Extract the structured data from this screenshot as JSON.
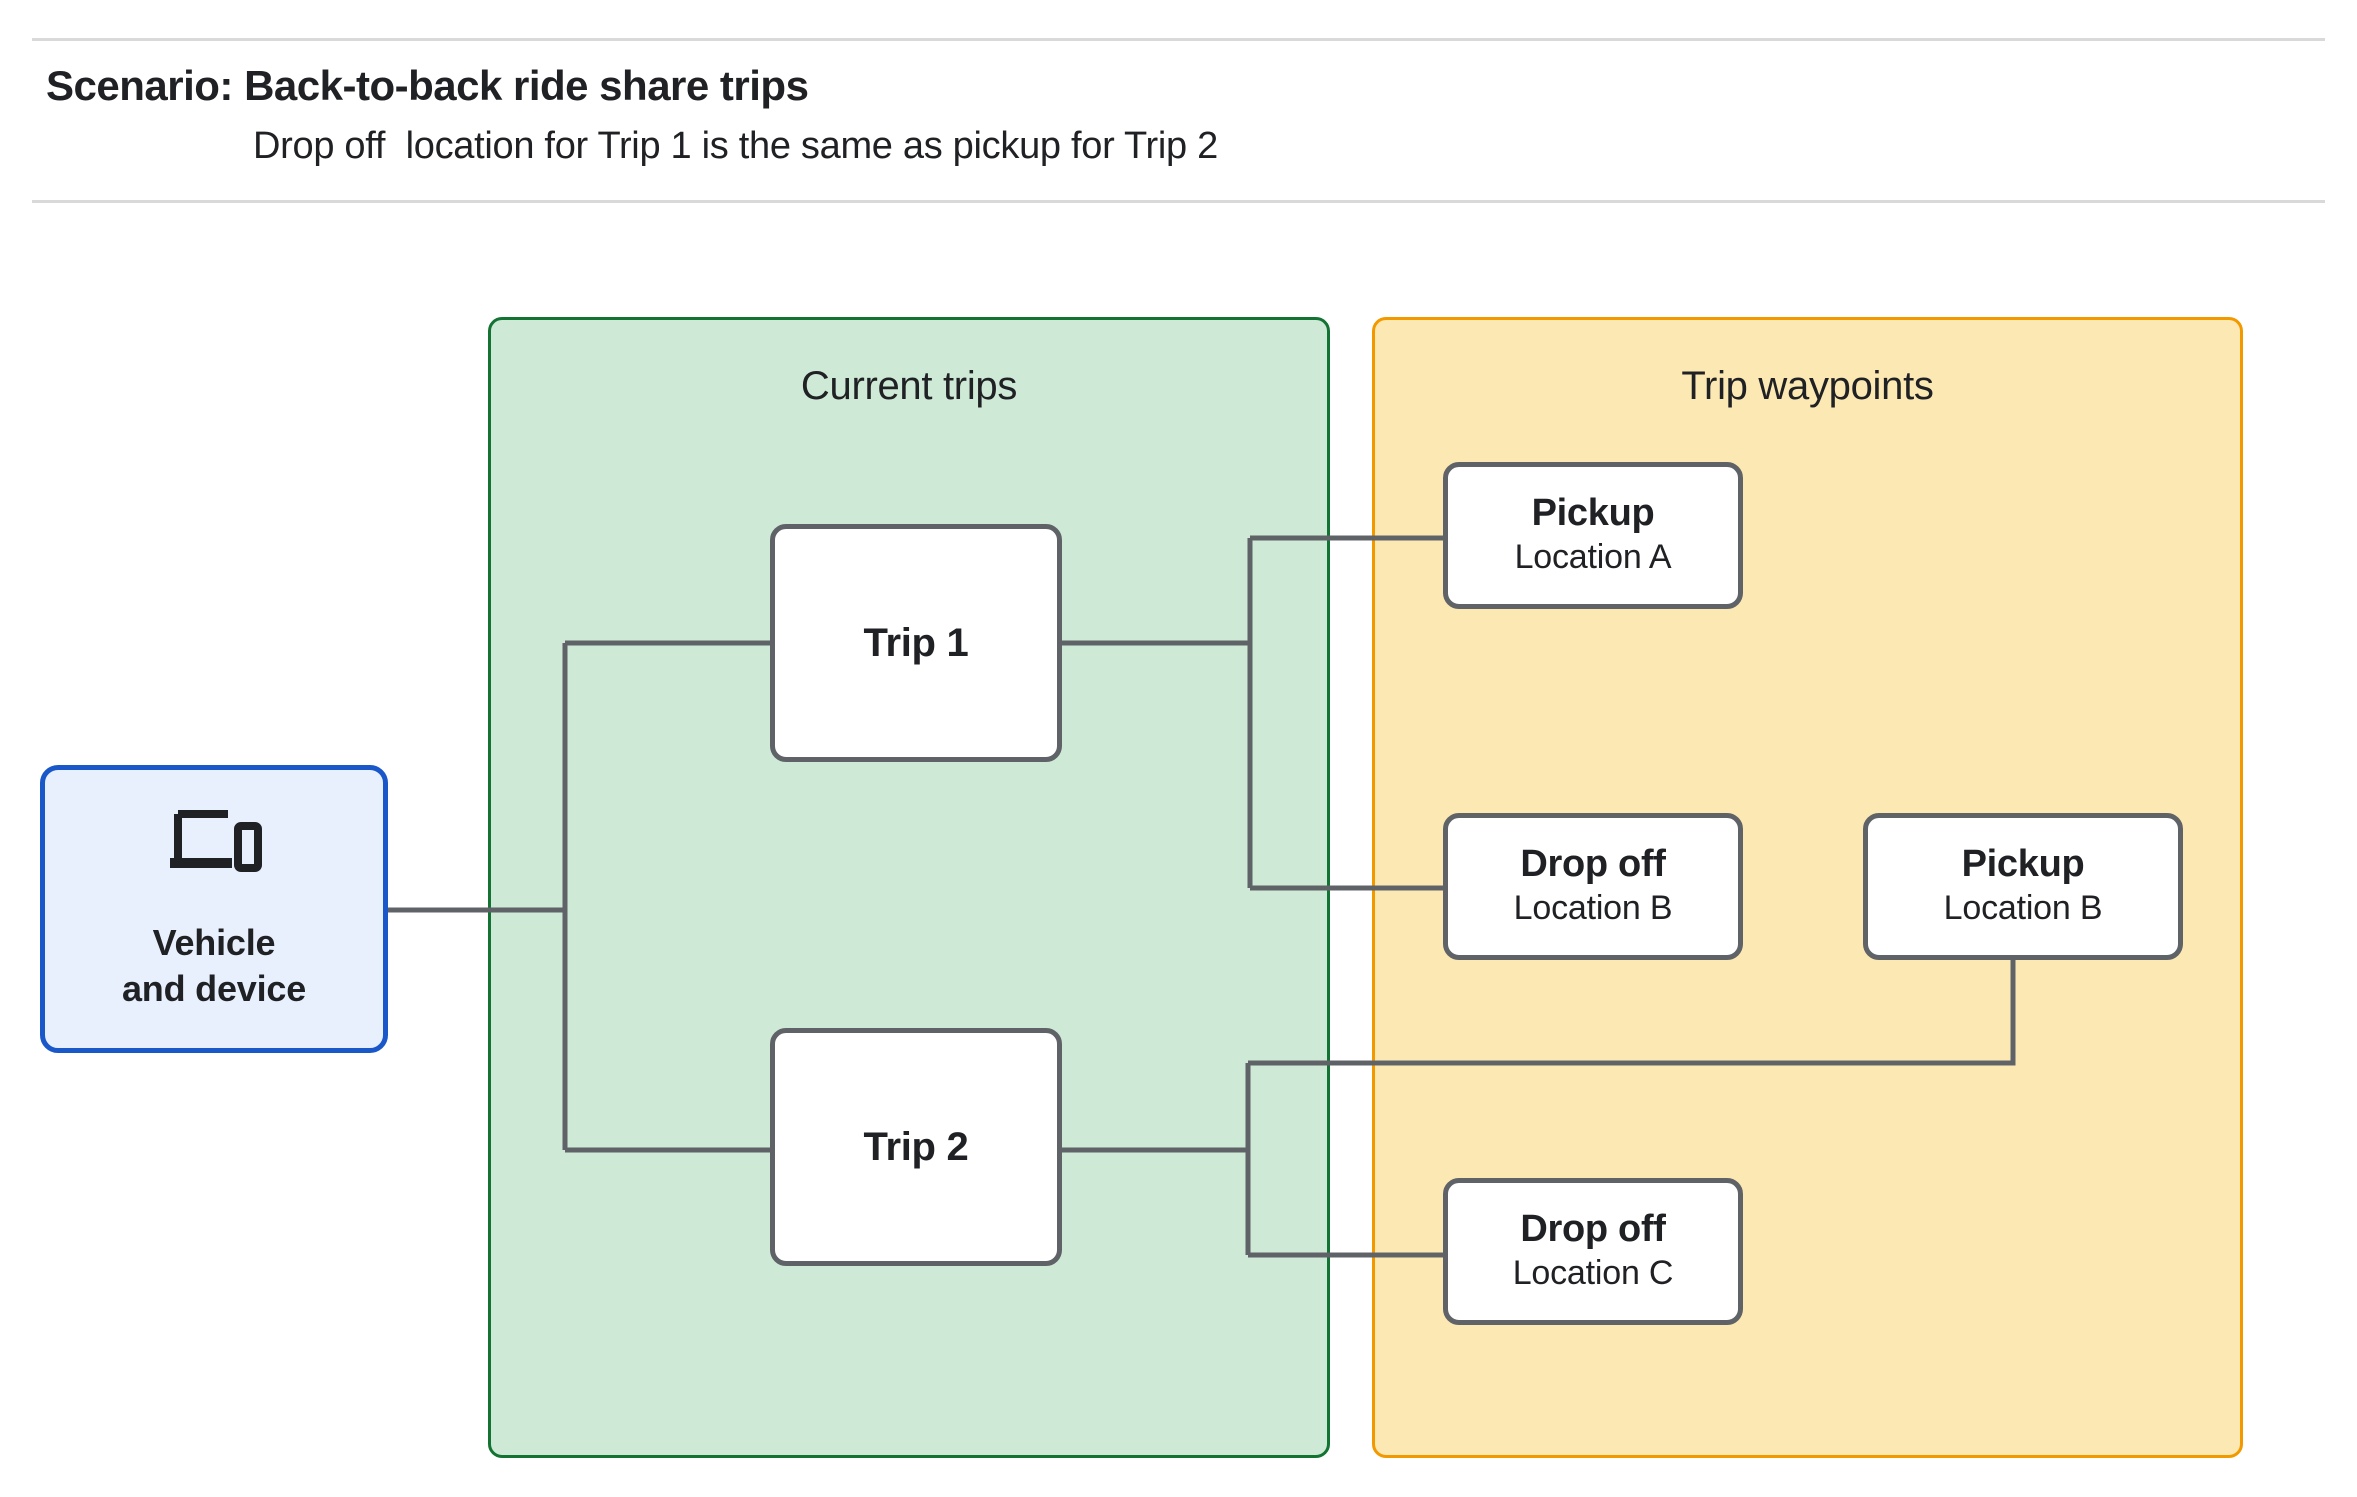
{
  "header": {
    "title": "Scenario: Back-to-back ride share trips",
    "subtitle": "Drop off  location for Trip 1 is the same as pickup for Trip 2"
  },
  "colors": {
    "current_trips_fill": "#ceead6",
    "current_trips_border": "#137333",
    "trip_waypoints_fill": "#fce8b2",
    "trip_waypoints_border": "#f29900",
    "vehicle_fill": "#e8f0fe",
    "vehicle_border": "#1a57c9",
    "node_border": "#5f6368",
    "connector": "#5f6368",
    "rule": "#d9d9d9",
    "text": "#202124"
  },
  "vehicle": {
    "icon": "devices-icon",
    "label": "Vehicle\nand device"
  },
  "groups": [
    {
      "id": "current-trips",
      "title": "Current trips"
    },
    {
      "id": "trip-waypoints",
      "title": "Trip waypoints"
    }
  ],
  "trips": [
    {
      "id": "trip-1",
      "label": "Trip 1"
    },
    {
      "id": "trip-2",
      "label": "Trip 2"
    }
  ],
  "waypoints": [
    {
      "id": "pickup-a",
      "type": "Pickup",
      "location": "Location A"
    },
    {
      "id": "dropoff-b",
      "type": "Drop off",
      "location": "Location B"
    },
    {
      "id": "pickup-b",
      "type": "Pickup",
      "location": "Location B"
    },
    {
      "id": "dropoff-c",
      "type": "Drop off",
      "location": "Location C"
    }
  ],
  "edges": [
    {
      "from": "vehicle",
      "to": "trip-1"
    },
    {
      "from": "vehicle",
      "to": "trip-2"
    },
    {
      "from": "trip-1",
      "to": "pickup-a"
    },
    {
      "from": "trip-1",
      "to": "dropoff-b"
    },
    {
      "from": "trip-2",
      "to": "pickup-b"
    },
    {
      "from": "trip-2",
      "to": "dropoff-c"
    }
  ]
}
